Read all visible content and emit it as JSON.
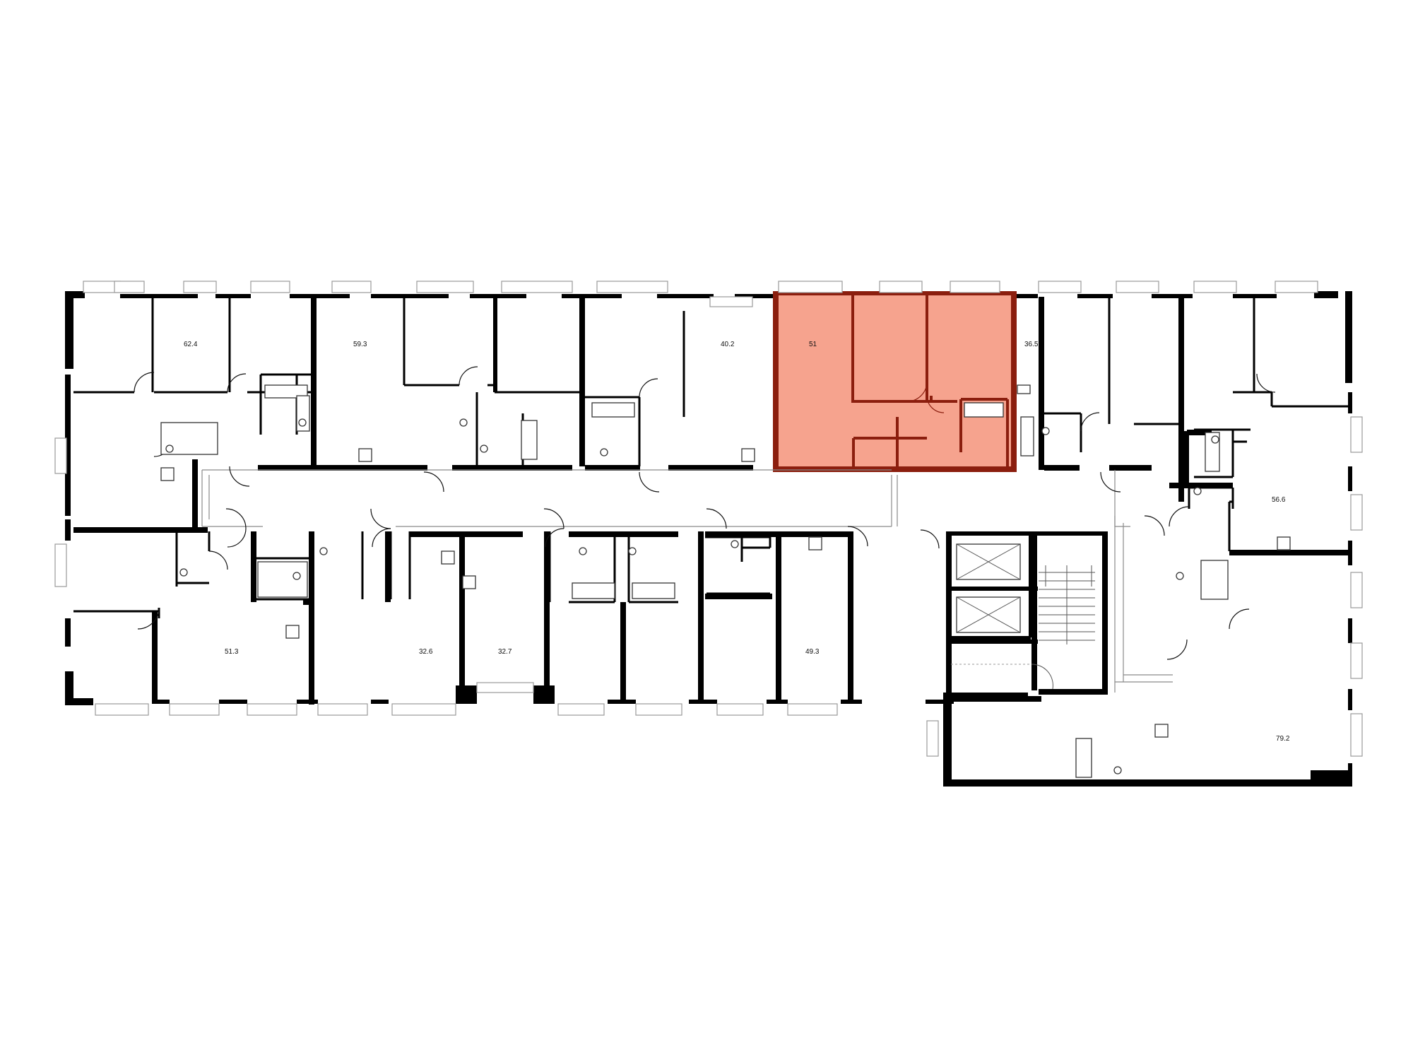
{
  "colors": {
    "highlight_fill": "#F6A38E",
    "highlight_wall": "#8B1E0E",
    "wall": "#000000",
    "window": "#9a9a9a"
  },
  "selected_apartment": "51",
  "apartments": [
    {
      "id": "apt-62-4",
      "area": "62.4"
    },
    {
      "id": "apt-59-3",
      "area": "59.3"
    },
    {
      "id": "apt-40-2",
      "area": "40.2"
    },
    {
      "id": "apt-51",
      "area": "51"
    },
    {
      "id": "apt-36-5",
      "area": "36.5"
    },
    {
      "id": "apt-56-6",
      "area": "56.6"
    },
    {
      "id": "apt-51-3",
      "area": "51.3"
    },
    {
      "id": "apt-32-6",
      "area": "32.6"
    },
    {
      "id": "apt-32-7",
      "area": "32.7"
    },
    {
      "id": "apt-49-3",
      "area": "49.3"
    },
    {
      "id": "apt-79-2",
      "area": "79.2"
    }
  ]
}
